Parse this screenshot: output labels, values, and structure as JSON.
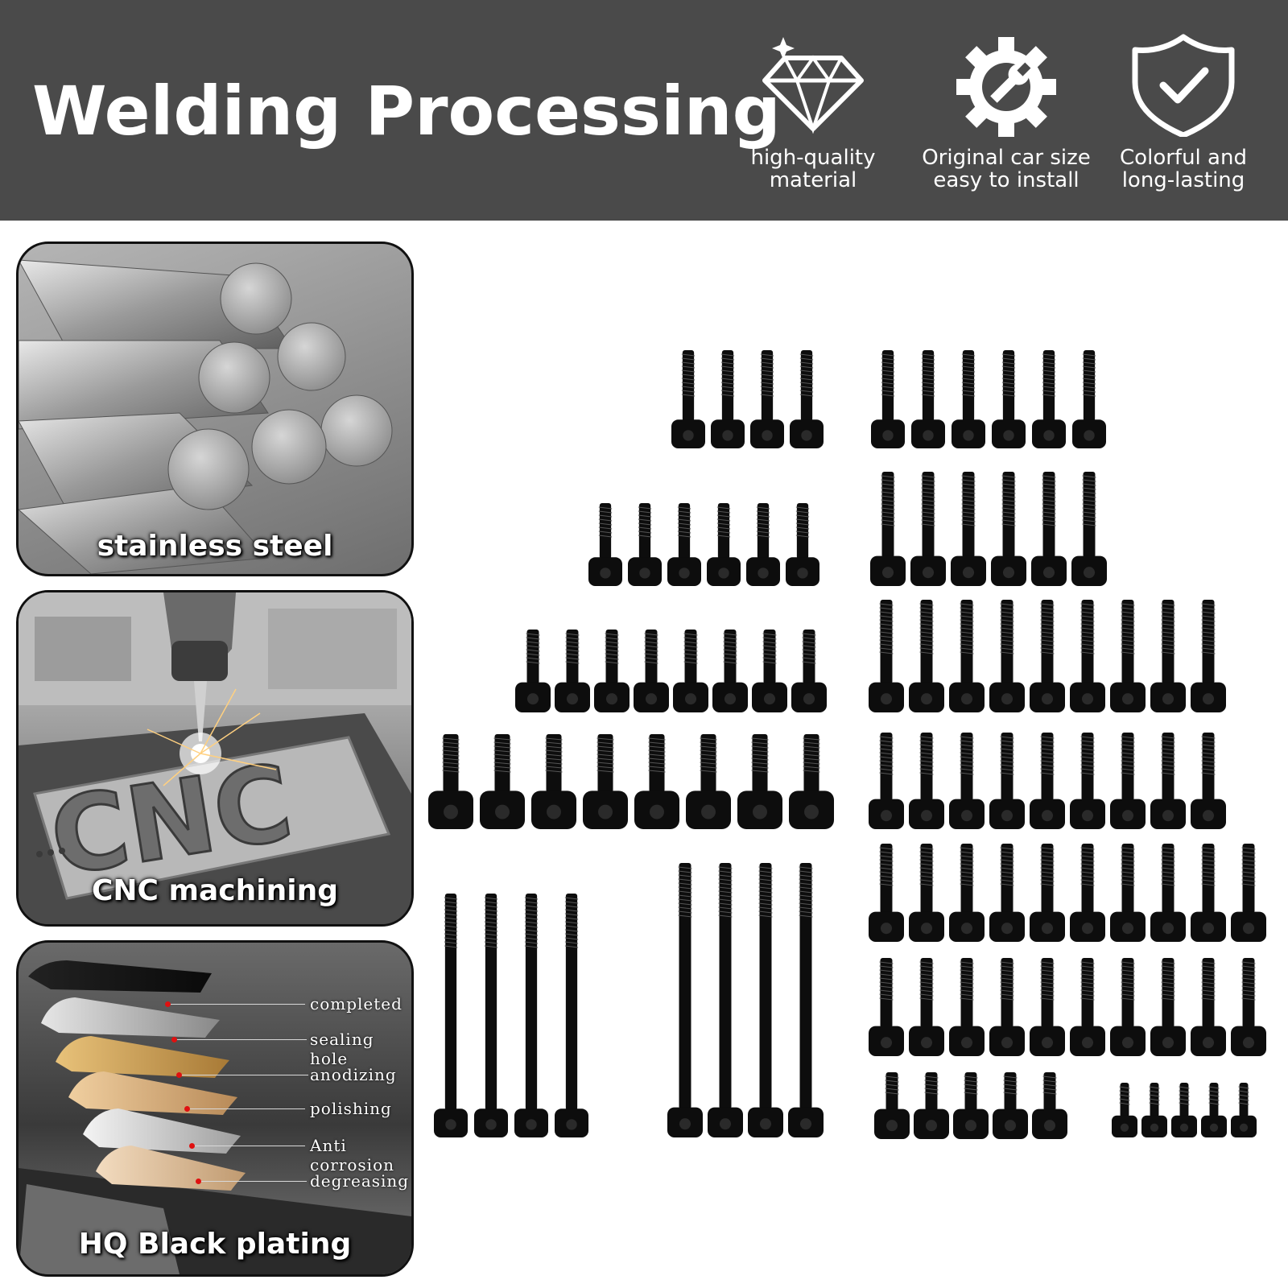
{
  "header": {
    "title": "Welding Processing",
    "features": [
      {
        "icon": "diamond-icon",
        "line1": "high-quality",
        "line2": "material"
      },
      {
        "icon": "gear-wrench-icon",
        "line1": "Original car size",
        "line2": "easy to install"
      },
      {
        "icon": "shield-check-icon",
        "line1": "Colorful and",
        "line2": "long-lasting"
      }
    ]
  },
  "panels": {
    "stainless": {
      "label": "stainless steel"
    },
    "cnc": {
      "label": "CNC machining",
      "plate_text": "CNC"
    },
    "plating": {
      "label": "HQ Black plating",
      "layers": [
        "completed",
        "sealing hole",
        "anodizing",
        "polishing",
        "Anti corrosion",
        "degreasing"
      ]
    }
  },
  "colors": {
    "header_bg": "#4a4a4a",
    "bolt": "#0d0d0d",
    "dot": "#e01010"
  }
}
